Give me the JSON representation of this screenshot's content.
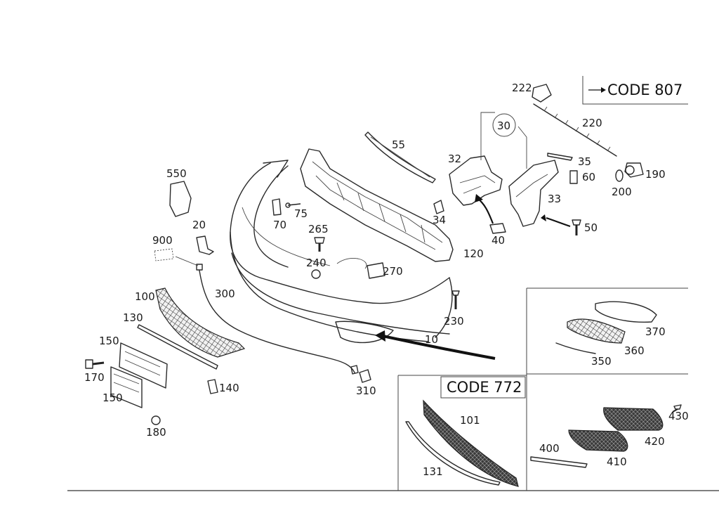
{
  "diagram": {
    "code_labels": {
      "code_807": "CODE 807",
      "code_772": "CODE 772"
    },
    "part_numbers": {
      "p222": "222",
      "p220": "220",
      "p30": "30",
      "p32": "32",
      "p35": "35",
      "p55": "55",
      "p60": "60",
      "p190": "190",
      "p200": "200",
      "p33": "33",
      "p550": "550",
      "p75": "75",
      "p70": "70",
      "p20": "20",
      "p265": "265",
      "p34": "34",
      "p50": "50",
      "p40": "40",
      "p900": "900",
      "p120": "120",
      "p240": "240",
      "p270": "270",
      "p100": "100",
      "p300": "300",
      "p230": "230",
      "p130": "130",
      "p10": "10",
      "p150a": "150",
      "p170": "170",
      "p140": "140",
      "p150b": "150",
      "p310": "310",
      "p180": "180",
      "p370": "370",
      "p360": "360",
      "p350": "350",
      "p101": "101",
      "p131": "131",
      "p400": "400",
      "p410": "410",
      "p420": "420",
      "p430": "430"
    }
  }
}
